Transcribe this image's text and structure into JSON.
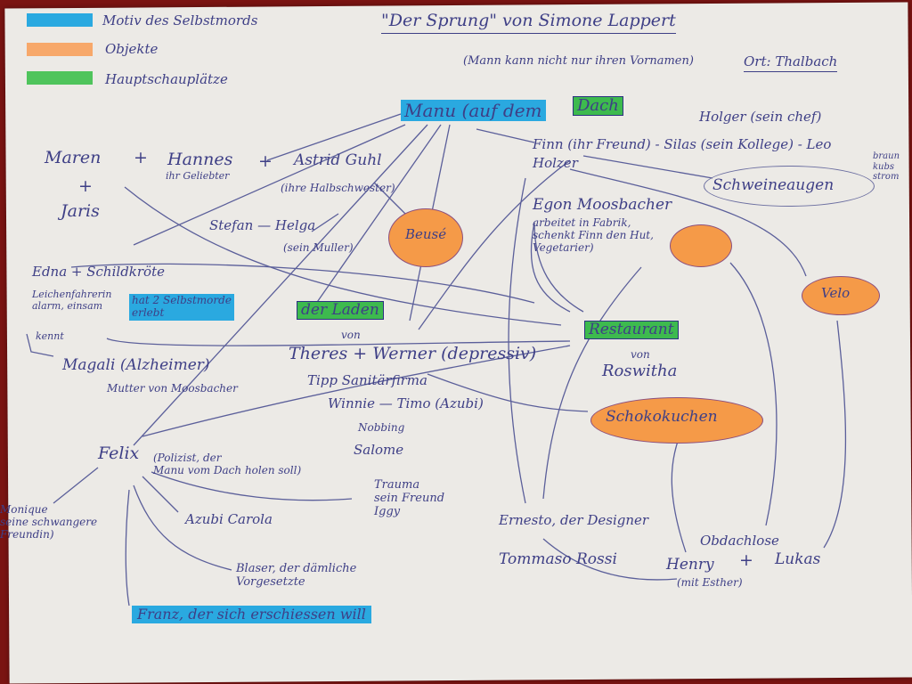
{
  "title": "\"Der Sprung\" von Simone Lappert",
  "subtitle": "(Mann kann nicht nur ihren Vornamen)",
  "location": "Ort: Thalbach",
  "legend": [
    {
      "label": "Motiv des Selbstmords",
      "color": "#2aa9e0"
    },
    {
      "label": "Objekte",
      "color": "#f7a86a"
    },
    {
      "label": "Hauptschauplätze",
      "color": "#4fc45c"
    }
  ],
  "symbols": {
    "plus": "+"
  },
  "places": {
    "dach": "Dach",
    "laden": "der Laden",
    "laden_von": "von",
    "restaurant": "Restaurant",
    "restaurant_von": "von"
  },
  "objects": {
    "beuse": "Beusé",
    "velo": "Velo",
    "schokokuchen": "Schokokuchen"
  },
  "nodes": {
    "manu": "Manu (auf dem",
    "maren": "Maren",
    "hannes": "Hannes",
    "hannes_role": "ihr Geliebter",
    "astrid": "Astrid Guhl",
    "astrid_role": "(ihre Halbschwester)",
    "jaris": "Jaris",
    "stefan_helga": "Stefan — Helga",
    "helga_role": "(sein Muller)",
    "schweineaugen": "Schweineaugen",
    "holger": "Holger (sein chef)",
    "finn": "Finn (ihr Freund) - Silas (sein Kollege) - Leo",
    "finn_surname": "Holzer",
    "silas": "",
    "leo": "",
    "leo_note": "braun\nkubs\nstrom",
    "egon": "Egon Moosbacher",
    "egon_note": "arbeitet in Fabrik,\nschenkt Finn den Hut,\nVegetarier)",
    "edna": "Edna + Schildkröte",
    "edna_note": "Leichenfahrerin\nalarm, einsam",
    "edna_motive": "hat 2 Selbstmorde\nerlebt",
    "kennt": "kennt",
    "magali": "Magali (Alzheimer)",
    "magali_role": "Mutter von Moosbacher",
    "roswitha": "Roswitha",
    "theres_werner": "Theres + Werner (depressiv)",
    "tipp": "Tipp Sanitärfirma",
    "winnie_timo": "Winnie — Timo (Azubi)",
    "nobbing": "Nobbing",
    "salome": "Salome",
    "felix": "Felix",
    "felix_role": "(Polizist, der\nManu vom Dach holen soll)",
    "trauma": "Trauma\nsein Freund\nIggy",
    "azubi": "Azubi Carola",
    "monique": "Monique\nseine schwangere\nFreundin)",
    "blaser": "Blaser, der dämliche\nVorgesetzte",
    "franz": "Franz, der sich erschiessen will",
    "ernesto": "Ernesto, der Designer",
    "tommaso": "Tommaso Rossi",
    "henry": "Henry",
    "henry_note": "(mit Esther)",
    "obdachlose": "Obdachlose",
    "lukas": "Lukas"
  }
}
